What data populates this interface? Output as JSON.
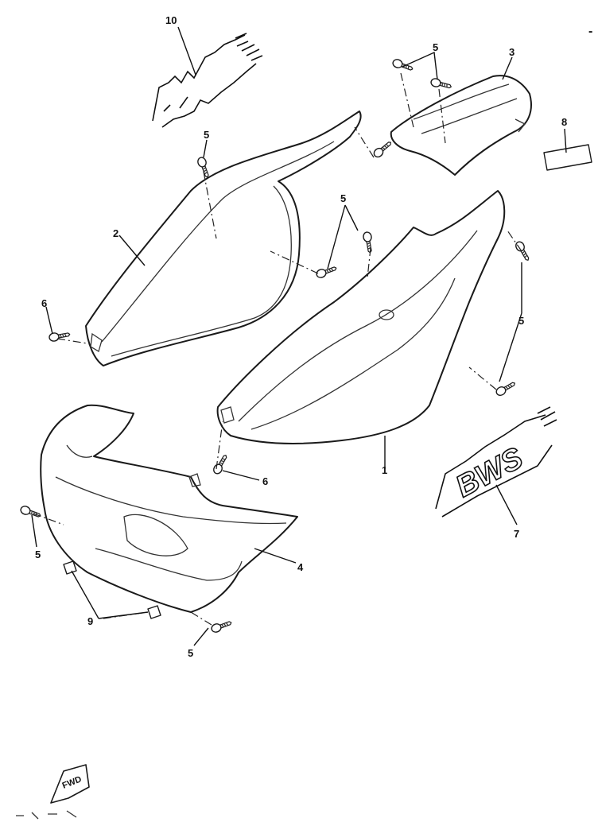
{
  "diagram": {
    "callouts": {
      "c1": "1",
      "c2": "2",
      "c3": "3",
      "c4": "4",
      "c5a": "5",
      "c5b": "5",
      "c5c": "5",
      "c5d": "5",
      "c5e": "5",
      "c5f": "5",
      "c6a": "6",
      "c6b": "6",
      "c7": "7",
      "c8": "8",
      "c9": "9",
      "c10": "10"
    },
    "decal_text": "BWS",
    "fwd_label": "FWD",
    "corner_mark": "-"
  }
}
